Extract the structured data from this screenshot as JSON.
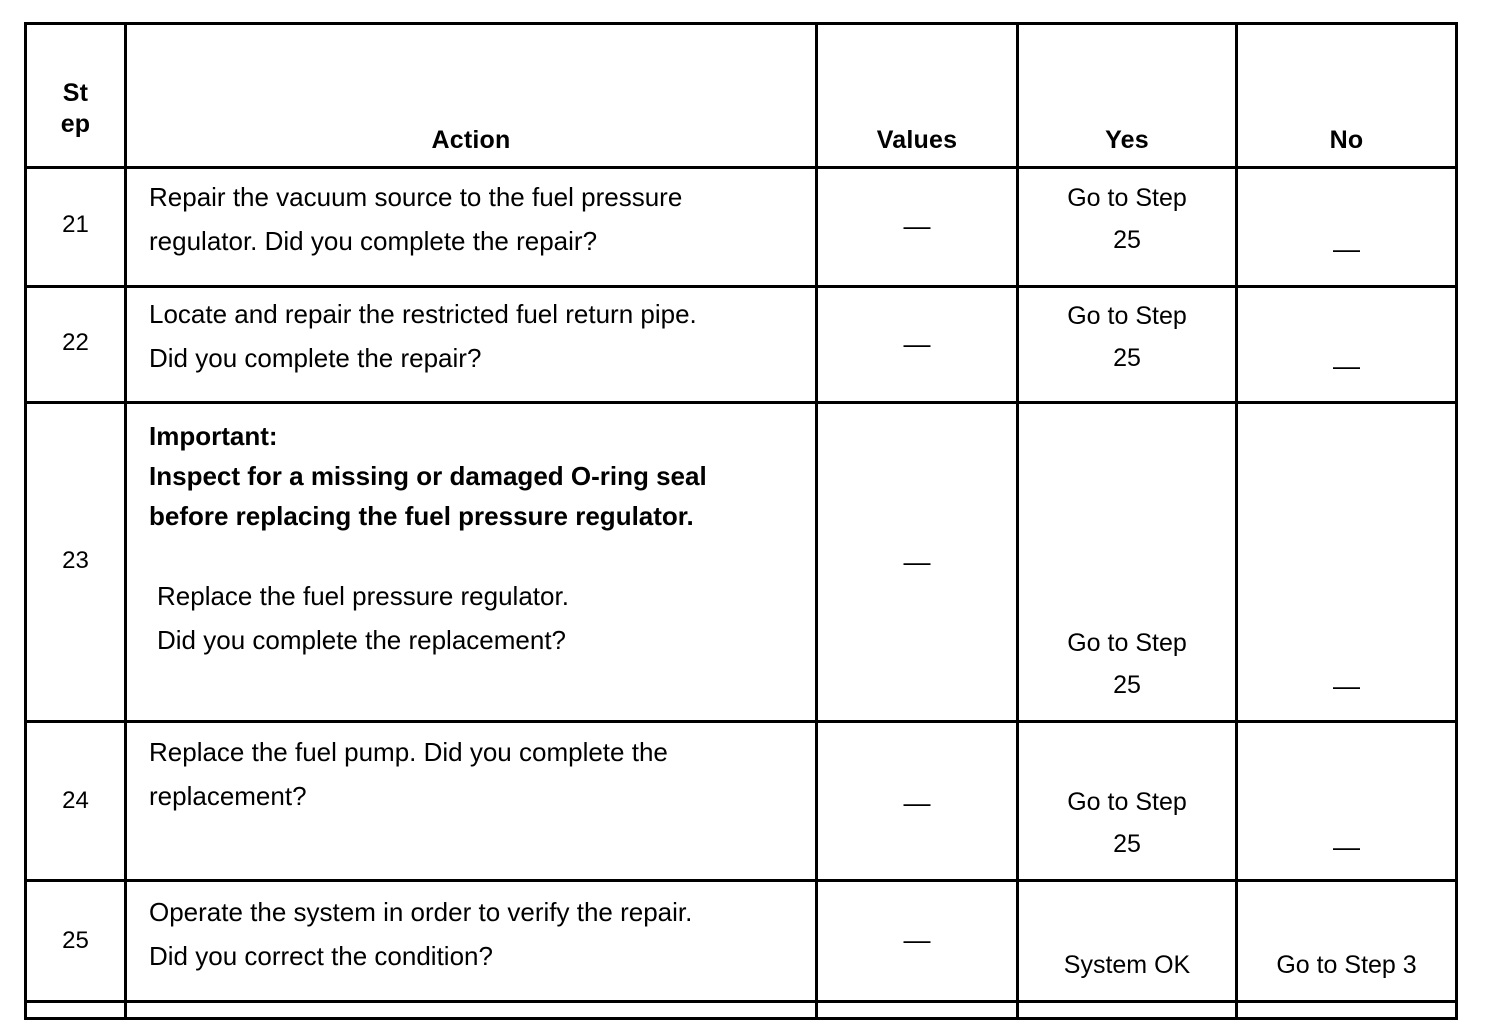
{
  "document": {
    "title": "Diagnostic Procedure Step Table",
    "type": "table"
  },
  "table": {
    "headers": {
      "step_line1": "St",
      "step_line2": "ep",
      "action": "Action",
      "values": "Values",
      "yes": "Yes",
      "no": "No"
    },
    "rows": [
      {
        "step": "21",
        "action": "Repair the vacuum source to the fuel pressure\nregulator. Did you complete the repair?",
        "action_bold": "",
        "values": "—",
        "yes_line1": "Go to Step",
        "yes_line2": "25",
        "no": "—"
      },
      {
        "step": "22",
        "action": "Locate and repair the restricted fuel return pipe.\nDid you complete the repair?",
        "action_bold": "",
        "values": "—",
        "yes_line1": "Go to Step",
        "yes_line2": "25",
        "no": "—"
      },
      {
        "step": "23",
        "action_bold": "Important:\nInspect for a missing or damaged O-ring seal\nbefore replacing the fuel pressure regulator.",
        "action": "Replace the fuel pressure regulator.\nDid you complete the replacement?",
        "values": "—",
        "yes_line1": "Go to Step",
        "yes_line2": "25",
        "no": "—"
      },
      {
        "step": "24",
        "action": "Replace the fuel pump. Did you complete the\n replacement?",
        "action_bold": "",
        "values": "—",
        "yes_line1": "Go to Step",
        "yes_line2": "25",
        "no": "—"
      },
      {
        "step": "25",
        "action": "Operate the system in order to verify the repair.\nDid you correct the condition?",
        "action_bold": "",
        "values": "—",
        "yes_line1": "System OK",
        "yes_line2": "",
        "no": "Go to Step 3"
      }
    ]
  },
  "colors": {
    "border": "#000000",
    "text": "#000000",
    "background": "#ffffff"
  }
}
